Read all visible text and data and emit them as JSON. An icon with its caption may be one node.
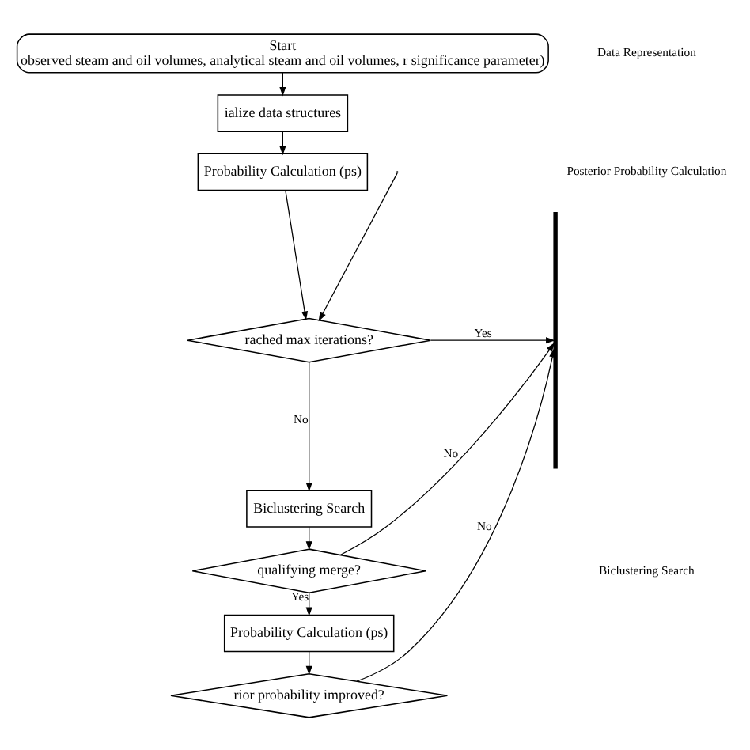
{
  "diagram": {
    "nodes": [
      {
        "text": [
          "Start",
          "observed steam and oil volumes, analytical steam and oil volumes, r significance parameter)"
        ]
      },
      {
        "text": [
          "ialize data structures"
        ]
      },
      {
        "text": [
          "Probability Calculation (ps)"
        ]
      },
      {
        "text": [
          "rached max iterations?"
        ]
      },
      {
        "text": [
          "Biclustering Search"
        ]
      },
      {
        "text": [
          "qualifying merge?"
        ]
      },
      {
        "text": [
          "Probability Calculation (ps)"
        ]
      },
      {
        "text": [
          "rior probability improved?"
        ]
      },
      {
        "text": [],
        "shape": "bar"
      }
    ],
    "edges": [
      {
        "from": 0,
        "to": 1,
        "arrow": "to"
      },
      {
        "from": 1,
        "to": 2,
        "arrow": "to"
      },
      {
        "from": 2,
        "to": 3,
        "arrow": "to"
      },
      {
        "from": null,
        "to": 3,
        "arrow": "to"
      },
      {
        "from": 3,
        "to": 4,
        "arrow": "to",
        "label": "No"
      },
      {
        "from": 3,
        "to": 8,
        "arrow": "to",
        "label": "Yes"
      },
      {
        "from": 4,
        "to": 5,
        "arrow": "to"
      },
      {
        "from": 5,
        "to": 8,
        "arrow": "to",
        "label": "No"
      },
      {
        "from": 5,
        "to": 6,
        "arrow": "to",
        "label": "Yes"
      },
      {
        "from": 6,
        "to": 7,
        "arrow": "to"
      },
      {
        "from": 7,
        "to": 8,
        "arrow": "to",
        "label": "No"
      }
    ],
    "labels": [
      "Data Representation",
      "Posterior Probability Calculation",
      "Biclustering Search"
    ]
  }
}
